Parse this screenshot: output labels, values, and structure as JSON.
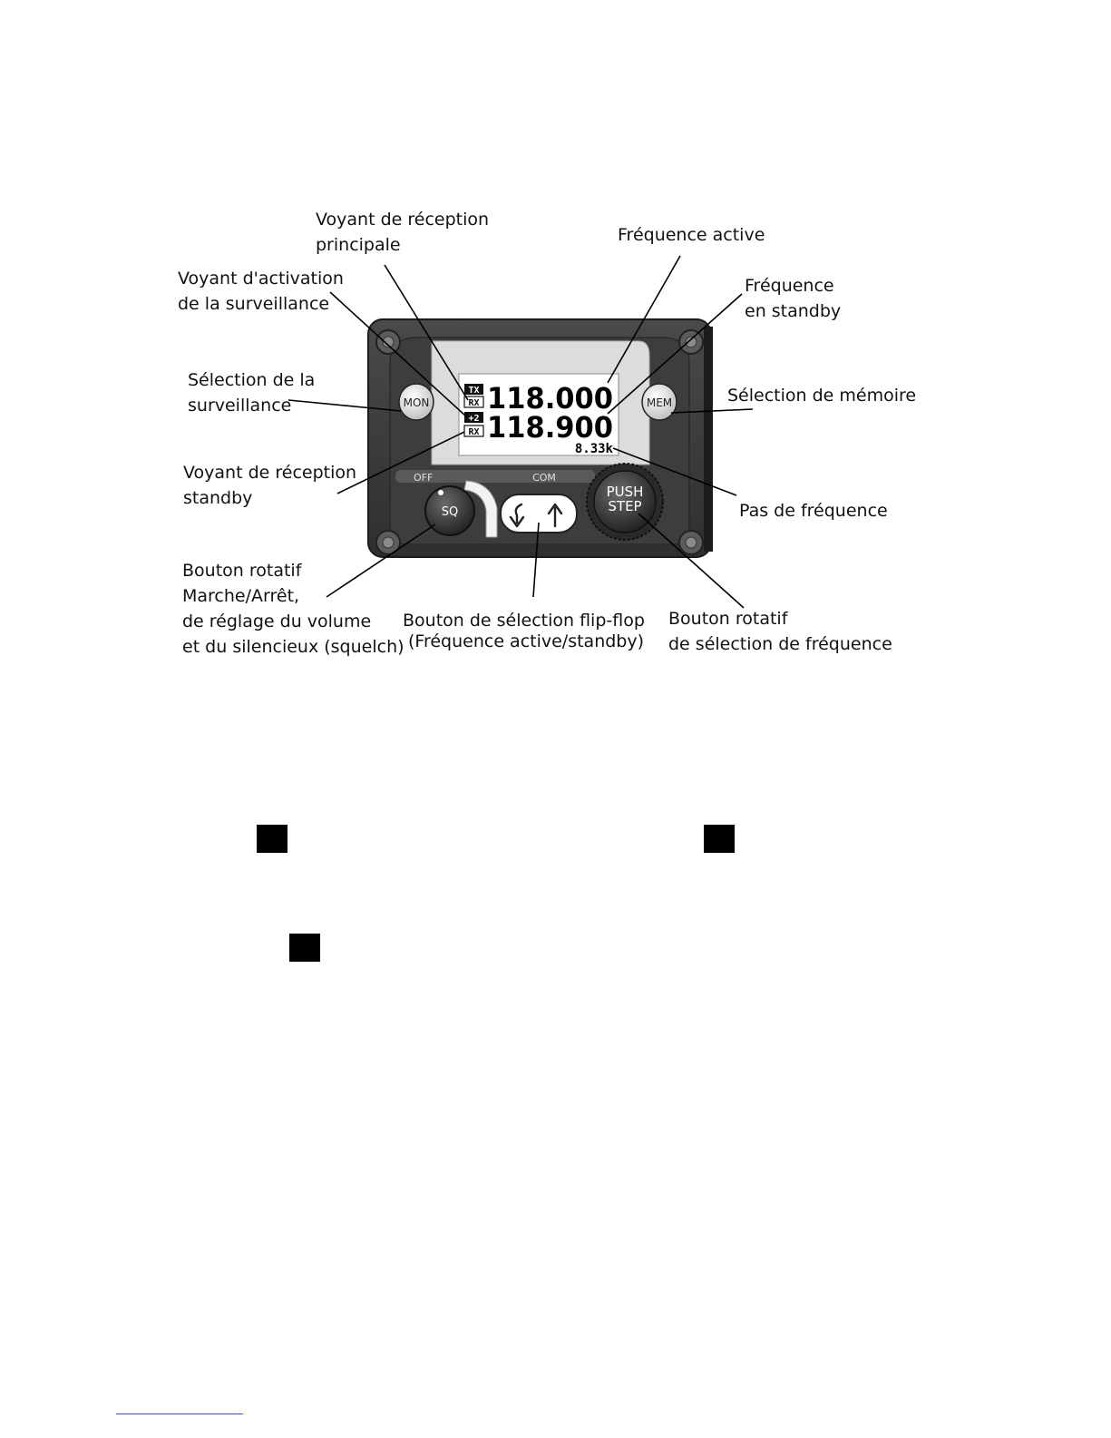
{
  "labels": {
    "main_rx_indicator": [
      "Voyant de réception",
      "principale"
    ],
    "active_frequency": [
      "Fréquence active"
    ],
    "monitor_active_indicator": [
      "Voyant d'activation",
      "de la surveillance"
    ],
    "standby_frequency": [
      "Fréquence",
      "en standby"
    ],
    "monitor_select": [
      "Sélection de la",
      "surveillance"
    ],
    "memory_select": [
      "Sélection de mémoire"
    ],
    "standby_rx_indicator": [
      "Voyant de réception",
      "standby"
    ],
    "frequency_step": [
      "Pas de fréquence"
    ],
    "power_volume_knob": [
      "Bouton rotatif",
      "Marche/Arrêt,",
      "de réglage du volume",
      "et du silencieux (squelch)"
    ],
    "flip_flop_button": [
      "Bouton de sélection flip-flop",
      "(Fréquence active/standby)"
    ],
    "frequency_knob": [
      "Bouton rotatif",
      "de sélection de fréquence"
    ]
  },
  "device": {
    "mon_button": "MON",
    "mem_button": "MEM",
    "sq_knob": "SQ",
    "push_step_line1": "PUSH",
    "push_step_line2": "STEP",
    "off_label": "OFF",
    "com_label": "COM",
    "tx_tag": "TX",
    "rx_tag_top": "RX",
    "plus2_tag": "+2",
    "rx_tag_bottom": "RX",
    "active_frequency": "118.000",
    "standby_frequency": "118.900",
    "step": "8.33k"
  }
}
